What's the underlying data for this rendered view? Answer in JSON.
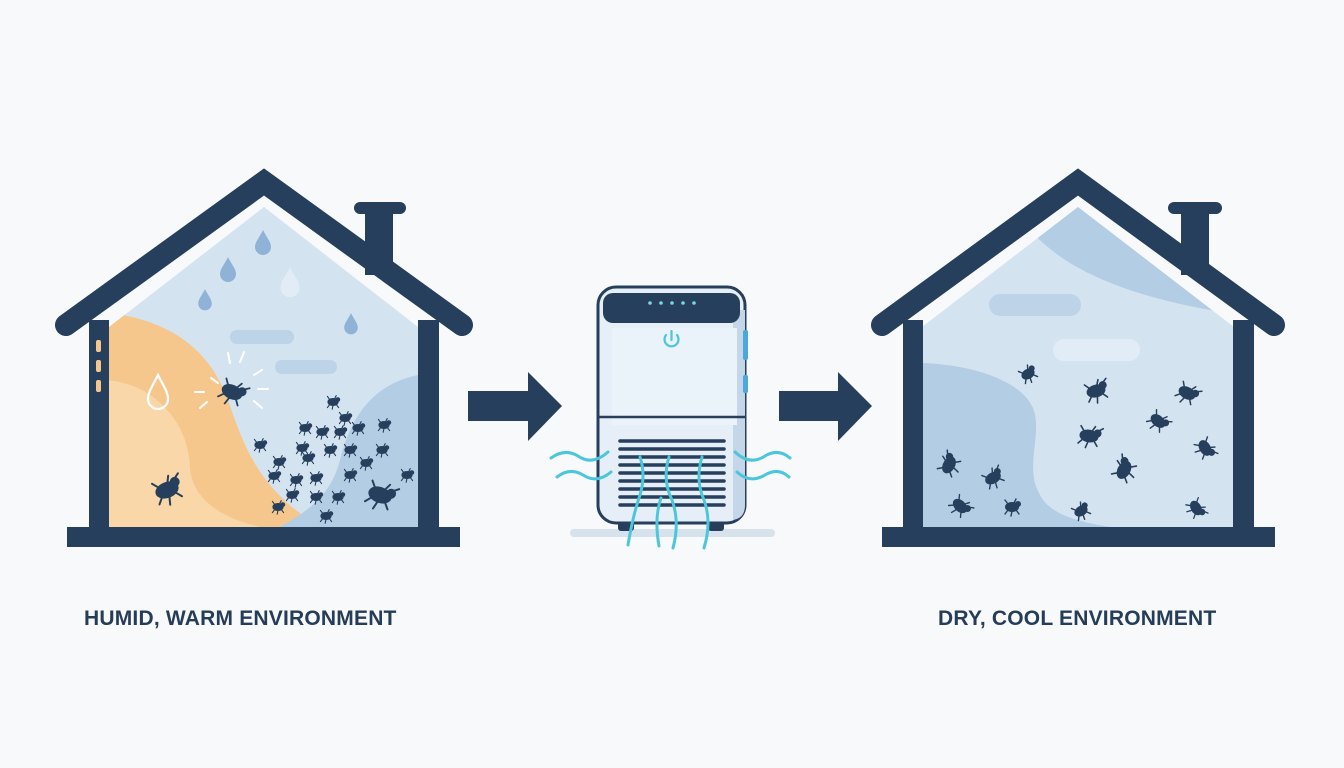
{
  "diagram": {
    "type": "process-flow",
    "stages": [
      {
        "id": "before",
        "label": "HUMID, WARM ENVIRONMENT",
        "icon": "house-humid-with-pests-icon",
        "details": [
          "water-drops",
          "warm-orange-zone",
          "many-pests",
          "highlighted-pest"
        ]
      },
      {
        "id": "device",
        "label": "",
        "icon": "dehumidifier-icon",
        "details": [
          "power-button",
          "indicator-dots",
          "vent-grille",
          "airflow-waves"
        ]
      },
      {
        "id": "after",
        "label": "DRY, COOL ENVIRONMENT",
        "icon": "house-dry-with-fewer-pests-icon",
        "details": [
          "cool-blue-zone",
          "scattered-pests"
        ]
      }
    ],
    "connectors": [
      {
        "from": "before",
        "to": "device",
        "icon": "arrow-right-icon"
      },
      {
        "from": "device",
        "to": "after",
        "icon": "arrow-right-icon"
      }
    ]
  },
  "labels": {
    "left": "HUMID, WARM ENVIRONMENT",
    "right": "DRY, COOL ENVIRONMENT"
  },
  "colors": {
    "background": "#f8f9fa",
    "outline": "#263f5c",
    "interior_light": "#d4e3f0",
    "interior_mid": "#b3cde4",
    "warm": "#f6c78c",
    "warm_light": "#f9d7a8",
    "drop": "#8fb3d6",
    "accent_air": "#4cc6dc",
    "device_body": "#e6eff8",
    "text": "#263d59"
  }
}
